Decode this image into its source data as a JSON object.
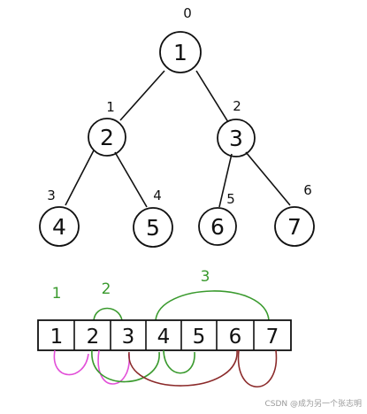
{
  "tree": {
    "nodes": [
      {
        "value": "1",
        "index": "0"
      },
      {
        "value": "2",
        "index": "1"
      },
      {
        "value": "3",
        "index": "2"
      },
      {
        "value": "4",
        "index": "3"
      },
      {
        "value": "5",
        "index": "4"
      },
      {
        "value": "6",
        "index": "5"
      },
      {
        "value": "7",
        "index": "6"
      }
    ]
  },
  "array": {
    "cells": [
      "1",
      "2",
      "3",
      "4",
      "5",
      "6",
      "7"
    ],
    "level_labels": [
      "1",
      "2",
      "3"
    ]
  },
  "colors": {
    "ink": "#111111",
    "level1": "#e24fd8",
    "level2": "#3a9a2e",
    "level3": "#8b2a2a",
    "watermark": "#9a9a9a"
  },
  "watermark": "CSDN @成为另一个张志明"
}
